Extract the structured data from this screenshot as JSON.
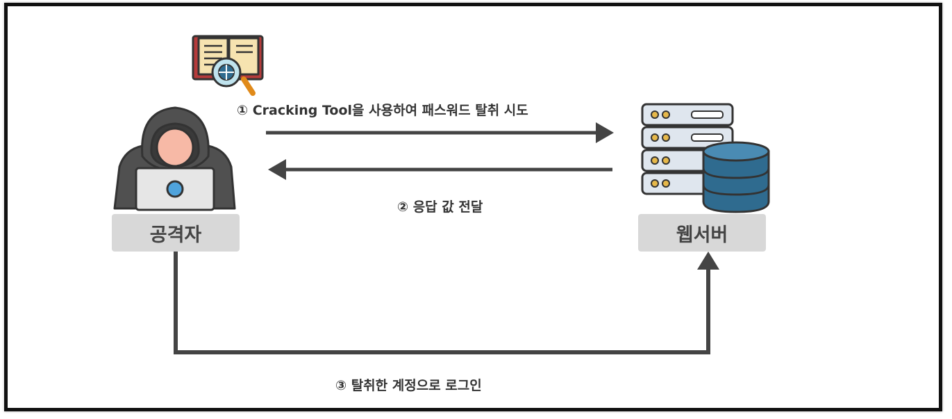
{
  "nodes": {
    "attacker": {
      "label": "공격자",
      "icon": "hacker-laptop-icon"
    },
    "server": {
      "label": "웹서버",
      "icon": "server-database-icon"
    },
    "tool": {
      "icon": "book-globe-magnifier-icon"
    }
  },
  "steps": [
    {
      "text": "① Cracking Tool을 사용하여 패스워드 탈취 시도"
    },
    {
      "text": "② 응답 값 전달"
    },
    {
      "text": "③ 탈취한 계정으로 로그인"
    }
  ],
  "colors": {
    "arrow": "#444444",
    "label_bg": "#d8d8d8",
    "hood": "#505050",
    "skin": "#f7b9a6",
    "laptop": "#e6e6e6",
    "server_body": "#dfe6ee",
    "server_dark": "#333333",
    "db": "#2f6b8f",
    "book": "#b53b3b",
    "page": "#f6e3b0"
  }
}
